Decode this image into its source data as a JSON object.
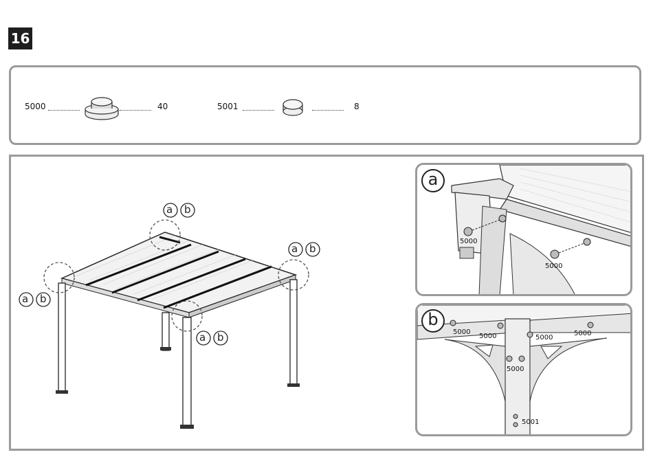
{
  "step": {
    "number": "16"
  },
  "parts": [
    {
      "code": "5000",
      "qty": "40",
      "icon": "large-cap-nut-icon"
    },
    {
      "code": "5001",
      "qty": "8",
      "icon": "small-cap-nut-icon"
    }
  ],
  "callouts": {
    "a": "a",
    "b": "b"
  },
  "detail_a": {
    "label": "a",
    "part_labels": [
      "5000",
      "5000"
    ]
  },
  "detail_b": {
    "label": "b",
    "part_labels": [
      "5000",
      "5000",
      "5000",
      "5000",
      "5000",
      "5001"
    ]
  }
}
